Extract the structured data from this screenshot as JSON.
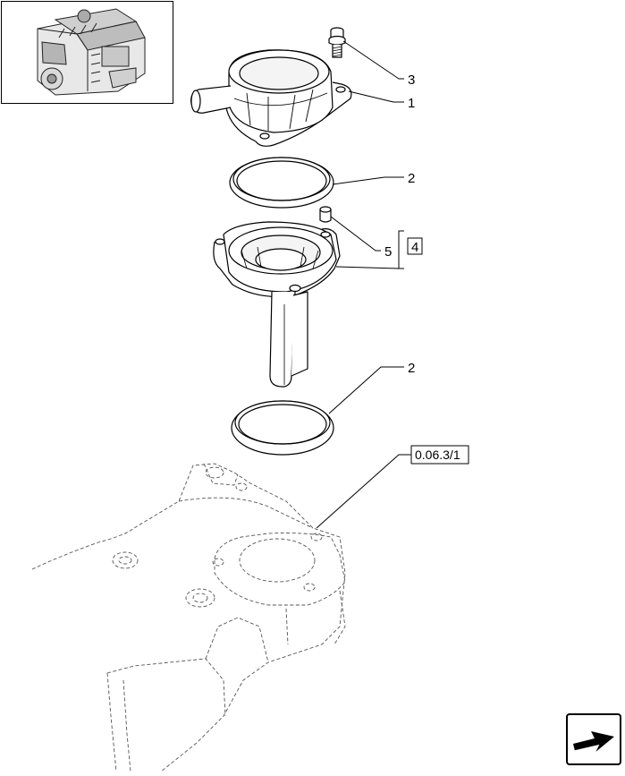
{
  "callouts": {
    "bolt": "3",
    "cover": "1",
    "seal_upper": "2",
    "dowel": "5",
    "kit": "4",
    "seal_lower": "2"
  },
  "reference": {
    "label": "0.06.3/1"
  },
  "thumbnail": {
    "icon": "engine-icon"
  },
  "navigation": {
    "icon": "next-page-arrow-icon"
  },
  "colors": {
    "line": "#000000",
    "phantom": "#555555",
    "background": "#ffffff"
  }
}
